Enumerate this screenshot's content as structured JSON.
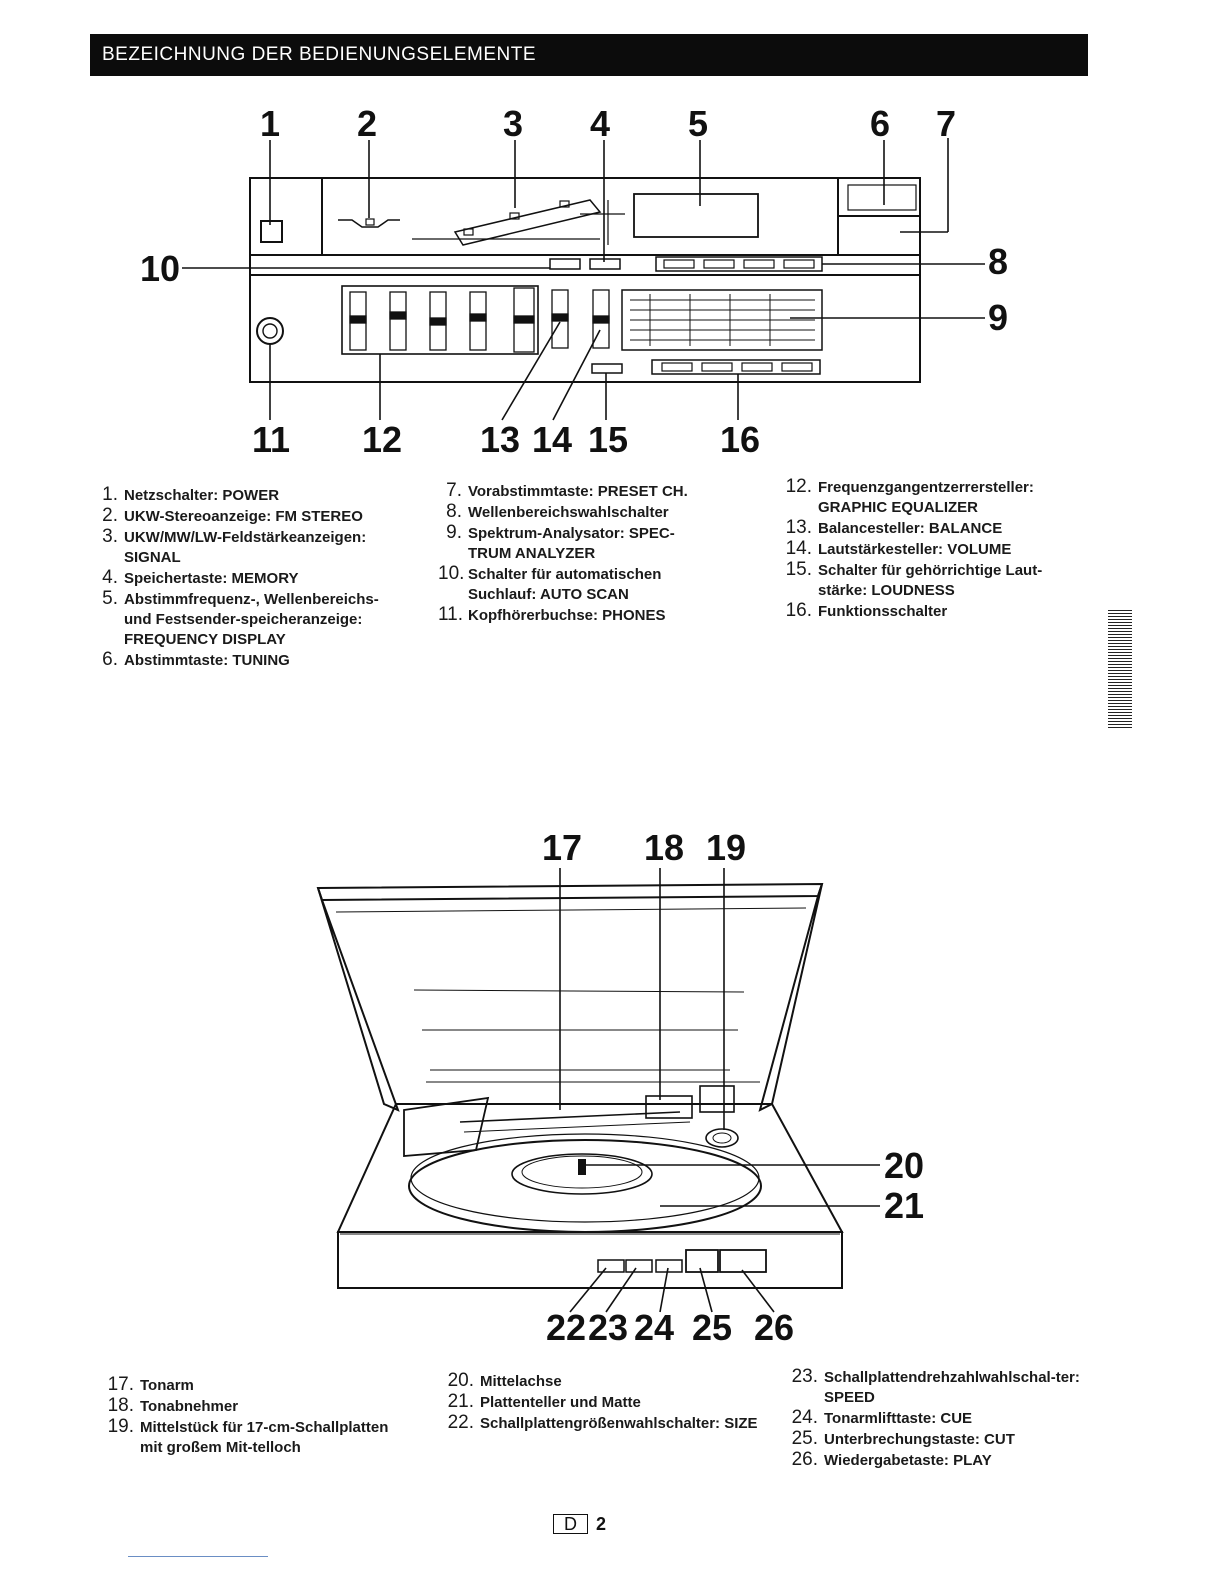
{
  "header": {
    "title": "BEZEICHNUNG DER BEDIENUNGSELEMENTE"
  },
  "figure_top": {
    "callouts": [
      "1",
      "2",
      "3",
      "4",
      "5",
      "6",
      "7",
      "8",
      "9",
      "10",
      "11",
      "12",
      "13",
      "14",
      "15",
      "16"
    ]
  },
  "legend_top": {
    "col1": [
      {
        "num": "1",
        "text": "Netzschalter: POWER"
      },
      {
        "num": "2",
        "text": "UKW-Stereoanzeige: FM STEREO"
      },
      {
        "num": "3",
        "text": "UKW/MW/LW-Feldstärkeanzeigen: SIGNAL"
      },
      {
        "num": "4",
        "text": "Speichertaste: MEMORY"
      },
      {
        "num": "5",
        "text": "Abstimmfrequenz-, Wellenbereichs- und Festsender-speicheranzeige: FREQUENCY DISPLAY"
      },
      {
        "num": "6",
        "text": "Abstimmtaste: TUNING"
      }
    ],
    "col2": [
      {
        "num": "7",
        "text": "Vorabstimmtaste: PRESET CH."
      },
      {
        "num": "8",
        "text": "Wellenbereichswahlschalter"
      },
      {
        "num": "9",
        "text": "Spektrum-Analysator: SPEC-TRUM ANALYZER"
      },
      {
        "num": "10",
        "text": "Schalter für automatischen Suchlauf: AUTO SCAN"
      },
      {
        "num": "11",
        "text": "Kopfhörerbuchse: PHONES"
      }
    ],
    "col3": [
      {
        "num": "12",
        "text": "Frequenzgangentzerrersteller: GRAPHIC EQUALIZER"
      },
      {
        "num": "13",
        "text": "Balancesteller: BALANCE"
      },
      {
        "num": "14",
        "text": "Lautstärkesteller: VOLUME"
      },
      {
        "num": "15",
        "text": "Schalter für gehörrichtige Laut-stärke: LOUDNESS"
      },
      {
        "num": "16",
        "text": "Funktionsschalter"
      }
    ]
  },
  "figure_bottom": {
    "callouts": [
      "17",
      "18",
      "19",
      "20",
      "21",
      "22",
      "23",
      "24",
      "25",
      "26"
    ]
  },
  "legend_bottom": {
    "col1": [
      {
        "num": "17",
        "text": "Tonarm"
      },
      {
        "num": "18",
        "text": "Tonabnehmer"
      },
      {
        "num": "19",
        "text": "Mittelstück für 17-cm-Schallplatten mit großem Mit-telloch"
      }
    ],
    "col2": [
      {
        "num": "20",
        "text": "Mittelachse"
      },
      {
        "num": "21",
        "text": "Plattenteller und Matte"
      },
      {
        "num": "22",
        "text": "Schallplattengrößenwahlschalter: SIZE"
      }
    ],
    "col3": [
      {
        "num": "23",
        "text": "Schallplattendrehzahlwahlschal-ter: SPEED"
      },
      {
        "num": "24",
        "text": "Tonarmlifttaste: CUE"
      },
      {
        "num": "25",
        "text": "Unterbrechungstaste: CUT"
      },
      {
        "num": "26",
        "text": "Wiedergabetaste: PLAY"
      }
    ]
  },
  "footer": {
    "page_letter": "D",
    "page_number": "2"
  }
}
